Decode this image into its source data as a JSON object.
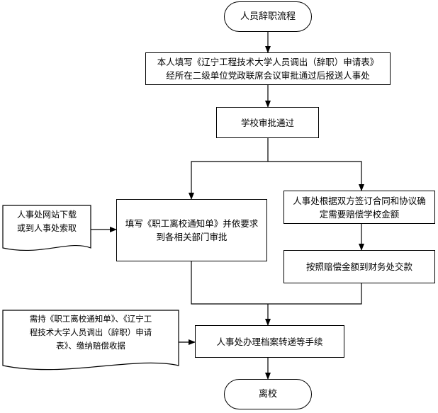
{
  "start": "人员辞职流程",
  "step1": {
    "line1": "本人填写《辽宁工程技术大学人员调出（辞职）申请表》",
    "line2": "经所在二级单位党政联席会议审批通过后报送人事处"
  },
  "step2": "学校审批通过",
  "left_branch": {
    "line1": "填写《职工离校通知单》并依要求",
    "line2": "到各相关部门审批"
  },
  "right_branch_1": {
    "line1": "人事处根据双方签订合同和协议确",
    "line2": "定需要赔偿学校金额"
  },
  "right_branch_2": "按照赔偿金额到财务处交款",
  "doc1": {
    "line1": "人事处网站下载",
    "line2": "或到人事处索取"
  },
  "doc2": {
    "line1": "需持《职工离校通知单》、《辽宁工",
    "line2": "程技术大学人员调出（辞职）申请",
    "line3": "表》、缴纳赔偿收据"
  },
  "step_final": "人事处办理档案转递等手续",
  "end": "离校"
}
